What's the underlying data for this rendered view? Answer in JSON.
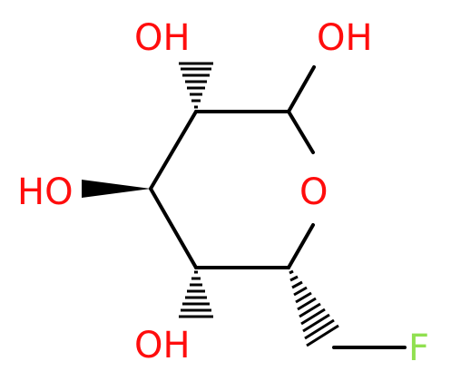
{
  "molecule": {
    "labels": {
      "oh_top_left": "OH",
      "oh_top_right": "OH",
      "ring_oxygen": "O",
      "oh_left": "HO",
      "oh_bottom": "OH",
      "fluorine": "F"
    },
    "colors": {
      "bond": "#000000",
      "oxygen": "#ff0d0d",
      "fluorine": "#90e050"
    }
  }
}
